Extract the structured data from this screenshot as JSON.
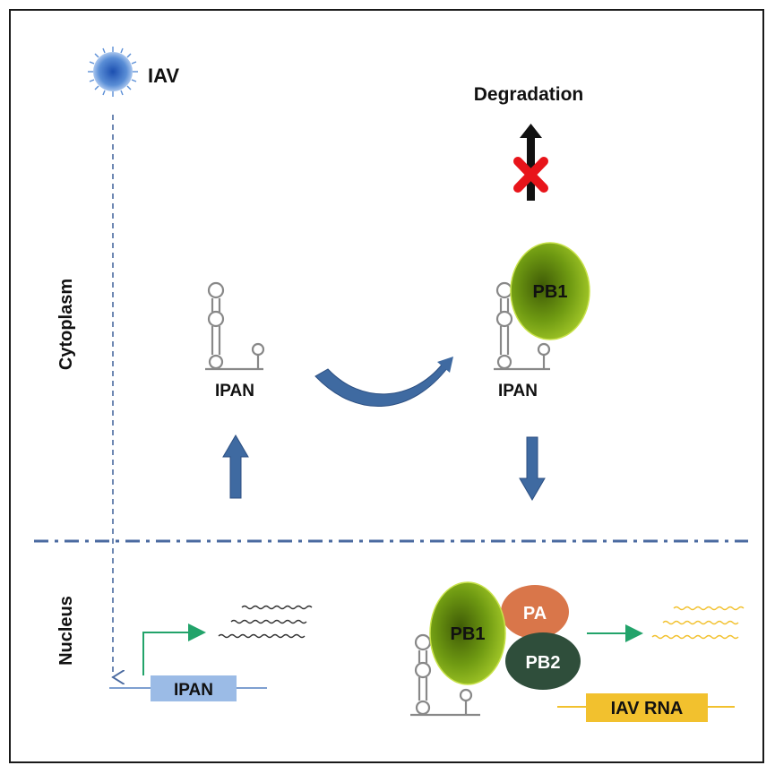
{
  "virus": {
    "label": "IAV"
  },
  "degradation": {
    "label": "Degradation"
  },
  "compartments": {
    "cytoplasm": "Cytoplasm",
    "nucleus": "Nucleus"
  },
  "lnc_left": {
    "label": "IPAN"
  },
  "lnc_right": {
    "label": "IPAN",
    "protein": "PB1"
  },
  "gene": {
    "label": "IPAN"
  },
  "polymerase": {
    "pb1": "PB1",
    "pa": "PA",
    "pb2": "PB2"
  },
  "viral_rna": {
    "label": "IAV RNA"
  },
  "colors": {
    "dash_blue": "#4a6aa0",
    "arrow_blue": "#3f6aa1",
    "green_arrow": "#22a36a",
    "pb1_green": "#6f9a12",
    "pa_orange": "#d9764a",
    "pb2_dark": "#2f4e3b",
    "iav_rna_yellow": "#f2c12e",
    "gene_box": "#9bbbe6",
    "red_x": "#e8141a"
  }
}
